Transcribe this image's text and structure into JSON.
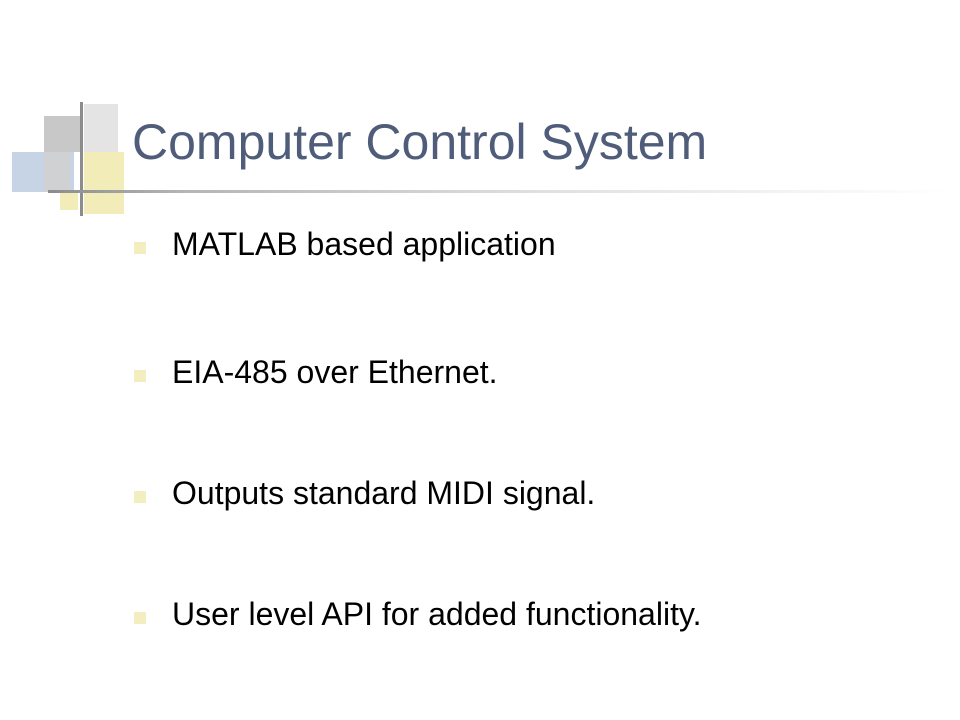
{
  "slide": {
    "title": "Computer Control System",
    "bullets": [
      "MATLAB based application",
      "EIA-485 over Ethernet.",
      "Outputs standard MIDI signal.",
      "User level API for added functionality."
    ]
  },
  "colors": {
    "title": "#4f5d7a",
    "bullet_marker": "#f3eec0",
    "text": "#000000",
    "background": "#ffffff"
  }
}
